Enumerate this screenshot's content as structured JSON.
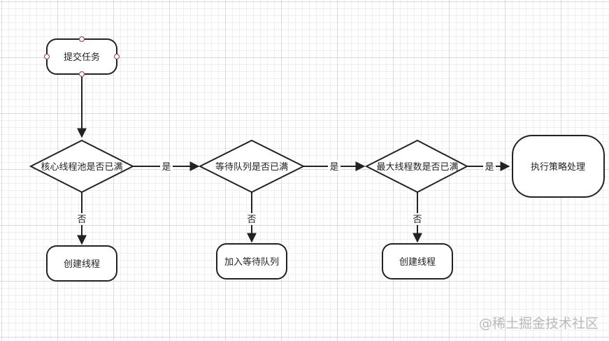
{
  "diagram": {
    "type": "flowchart",
    "nodes": {
      "submit": "提交任务",
      "core_full": "核心线程池是否已满",
      "queue_full": "等待队列是否已满",
      "max_full": "最大线程数是否已满",
      "policy": "执行策略处理",
      "create_thread_1": "创建线程",
      "enqueue": "加入等待队列",
      "create_thread_2": "创建线程"
    },
    "edges": {
      "core_yes": "是",
      "queue_yes": "是",
      "max_yes": "是",
      "core_no": "否",
      "queue_no": "否",
      "max_no": "否"
    }
  },
  "watermark": "@稀土掘金技术社区"
}
